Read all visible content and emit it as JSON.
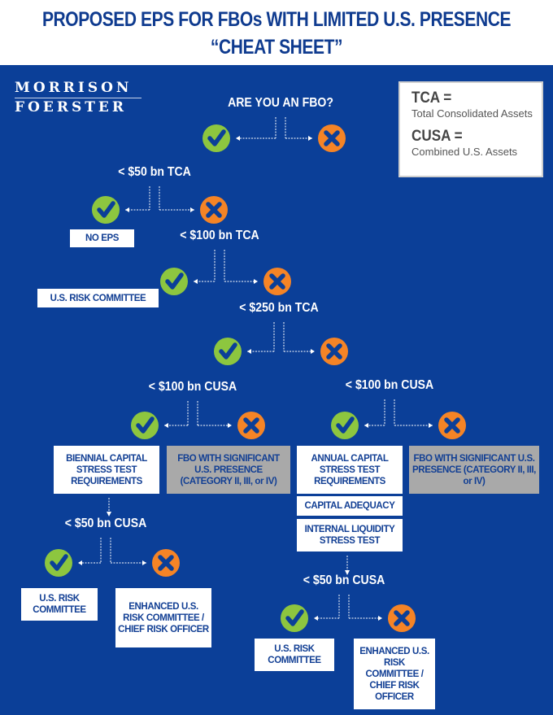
{
  "header": {
    "title_line1": "PROPOSED EPS FOR FBOs WITH LIMITED U.S. PRESENCE",
    "title_line2": "“CHEAT SHEET”"
  },
  "logo": {
    "line1": "MORRISON",
    "line2": "FOERSTER"
  },
  "legend": {
    "tca_key": "TCA =",
    "tca_value": "Total Consolidated Assets",
    "cusa_key": "CUSA =",
    "cusa_value": "Combined U.S. Assets"
  },
  "questions": {
    "q1": "ARE YOU AN FBO?",
    "q2": "< $50 bn TCA",
    "q3": "< $100 bn TCA",
    "q4": "< $250 bn TCA",
    "q5_left": "< $100 bn CUSA",
    "q5_right": "< $100 bn CUSA",
    "q6_left": "< $50 bn CUSA",
    "q6_right": "< $50 bn CUSA"
  },
  "outcomes": {
    "no_eps": "NO EPS",
    "us_risk_committee_1": "U.S. RISK COMMITTEE",
    "biennial": "BIENNIAL CAPITAL STRESS TEST REQUIREMENTS",
    "significant_left": "FBO WITH SIGNIFICANT U.S. PRESENCE (CATEGORY II, III, or IV)",
    "annual": "ANNUAL CAPITAL STRESS TEST REQUIREMENTS",
    "significant_right": "FBO WITH SIGNIFICANT U.S. PRESENCE (CATEGORY II, III, or IV)",
    "capital_adequacy": "CAPITAL ADEQUACY",
    "internal_liquidity": "INTERNAL LIQUIDITY STRESS TEST",
    "us_risk_left": "U.S. RISK COMMITTEE",
    "enhanced_left": "ENHANCED U.S. RISK COMMITTEE / CHIEF RISK OFFICER",
    "us_risk_right": "U.S. RISK COMMITTEE",
    "enhanced_right": "ENHANCED U.S. RISK COMMITTEE / CHIEF RISK OFFICER"
  },
  "colors": {
    "background": "#0b3f98",
    "yes": "#8dc63f",
    "no": "#f58426",
    "title": "#0f3b8f"
  }
}
